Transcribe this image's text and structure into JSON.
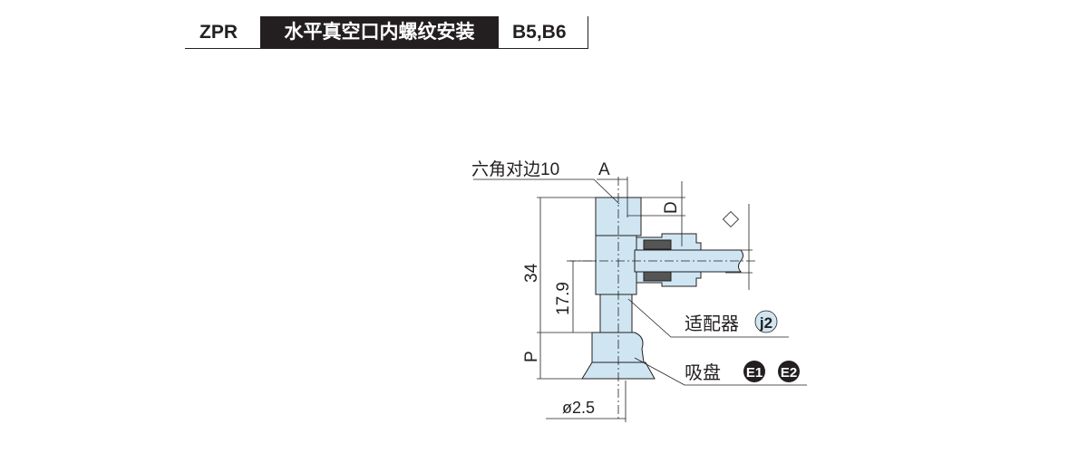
{
  "header": {
    "series": "ZPR",
    "title": "水平真空口内螺纹安装",
    "models": "B5,B6"
  },
  "diagram": {
    "hex_label": "六角对边10",
    "dim_a": "A",
    "dim_d": "D",
    "dim_34": "34",
    "dim_17_9": "17.9",
    "dim_p": "P",
    "dim_dia": "ø2.5",
    "adapter_label": "适配器",
    "adapter_ref": "j2",
    "pad_label": "吸盘",
    "pad_ref_1": "E1",
    "pad_ref_2": "E2",
    "colors": {
      "part": "#cfe6f2",
      "line": "#231f20",
      "ref_light": "#cfe6f2",
      "ref_dark": "#231f20"
    }
  }
}
